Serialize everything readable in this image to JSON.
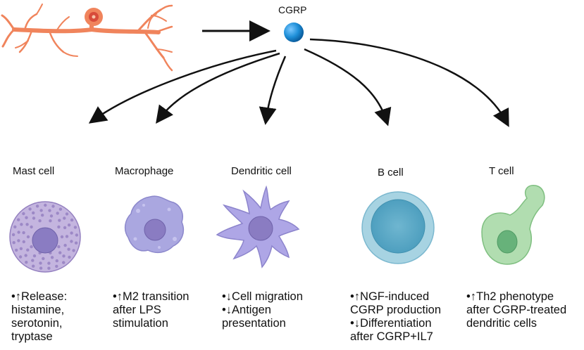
{
  "molecule": {
    "label": "CGRP",
    "color": "#1e8fd8"
  },
  "neuron": {
    "color": "#f0845c",
    "nucleus_color": "#d84b3a"
  },
  "cells": [
    {
      "title": "Mast cell",
      "bullets": [
        "•↑Release:",
        "histamine,",
        "serotonin,",
        "tryptase"
      ],
      "color": "#b9a7d8"
    },
    {
      "title": "Macrophage",
      "bullets": [
        "•↑M2 transition",
        "after LPS",
        "stimulation"
      ],
      "color": "#a9a3dd"
    },
    {
      "title": "Dendritic cell",
      "bullets": [
        "•↓Cell migration",
        "•↓Antigen",
        "presentation"
      ],
      "color": "#aea6e6"
    },
    {
      "title": "B cell",
      "bullets": [
        "•↑NGF-induced",
        "CGRP production",
        "•↓Differentiation",
        "after CGRP+IL7"
      ],
      "color": "#9fd0e0"
    },
    {
      "title": "T cell",
      "bullets": [
        "•↑Th2 phenotype",
        "after CGRP-treated",
        "dendritic cells"
      ],
      "color": "#a8d8a8"
    }
  ]
}
